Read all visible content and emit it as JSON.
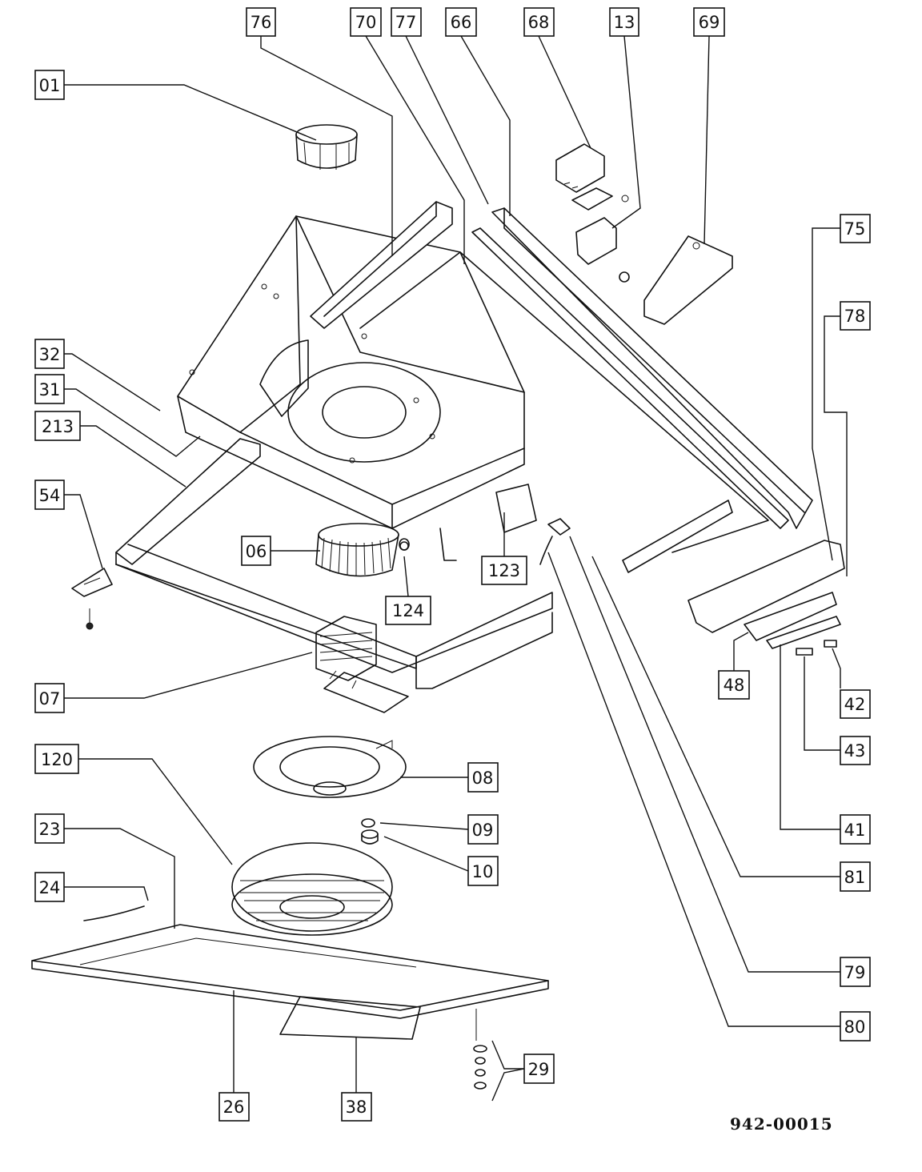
{
  "document_number": "942-00015",
  "callouts": [
    {
      "label": "76"
    },
    {
      "label": "70"
    },
    {
      "label": "77"
    },
    {
      "label": "66"
    },
    {
      "label": "68"
    },
    {
      "label": "13"
    },
    {
      "label": "69"
    },
    {
      "label": "01"
    },
    {
      "label": "75"
    },
    {
      "label": "78"
    },
    {
      "label": "32"
    },
    {
      "label": "31"
    },
    {
      "label": "213"
    },
    {
      "label": "54"
    },
    {
      "label": "06"
    },
    {
      "label": "123"
    },
    {
      "label": "124"
    },
    {
      "label": "48"
    },
    {
      "label": "42"
    },
    {
      "label": "07"
    },
    {
      "label": "43"
    },
    {
      "label": "120"
    },
    {
      "label": "08"
    },
    {
      "label": "09"
    },
    {
      "label": "23"
    },
    {
      "label": "41"
    },
    {
      "label": "10"
    },
    {
      "label": "24"
    },
    {
      "label": "81"
    },
    {
      "label": "79"
    },
    {
      "label": "80"
    },
    {
      "label": "29"
    },
    {
      "label": "26"
    },
    {
      "label": "38"
    }
  ]
}
